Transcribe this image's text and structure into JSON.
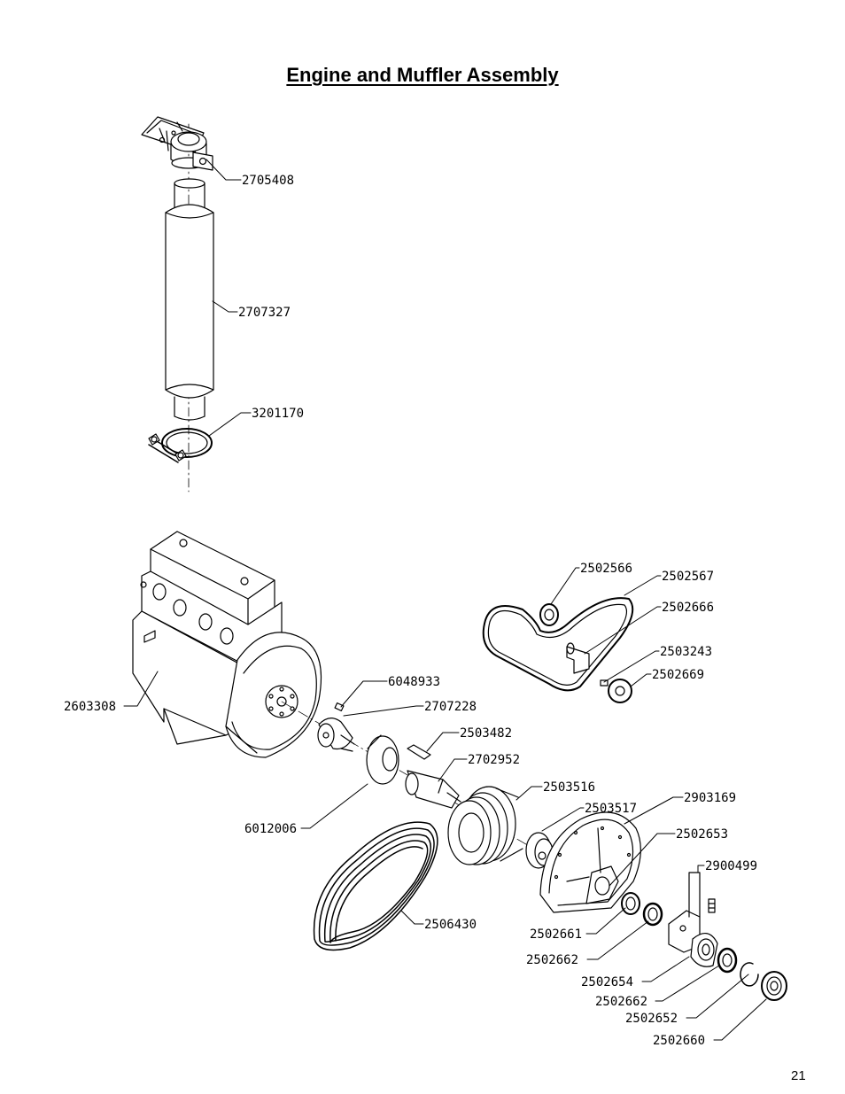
{
  "title": "Engine and Muffler Assembly",
  "page_number": "21",
  "parts": [
    {
      "id": "2705408"
    },
    {
      "id": "2707327"
    },
    {
      "id": "3201170"
    },
    {
      "id": "2502566"
    },
    {
      "id": "2502567"
    },
    {
      "id": "2502666"
    },
    {
      "id": "2503243"
    },
    {
      "id": "2502669"
    },
    {
      "id": "6048933"
    },
    {
      "id": "2707228"
    },
    {
      "id": "2603308"
    },
    {
      "id": "2503482"
    },
    {
      "id": "2702952"
    },
    {
      "id": "2503516"
    },
    {
      "id": "2503517"
    },
    {
      "id": "2903169"
    },
    {
      "id": "6012006"
    },
    {
      "id": "2502653"
    },
    {
      "id": "2900499"
    },
    {
      "id": "2506430"
    },
    {
      "id": "2502661"
    },
    {
      "id": "2502662"
    },
    {
      "id": "2502654"
    },
    {
      "id": "2502662"
    },
    {
      "id": "2502652"
    },
    {
      "id": "2502660"
    }
  ]
}
